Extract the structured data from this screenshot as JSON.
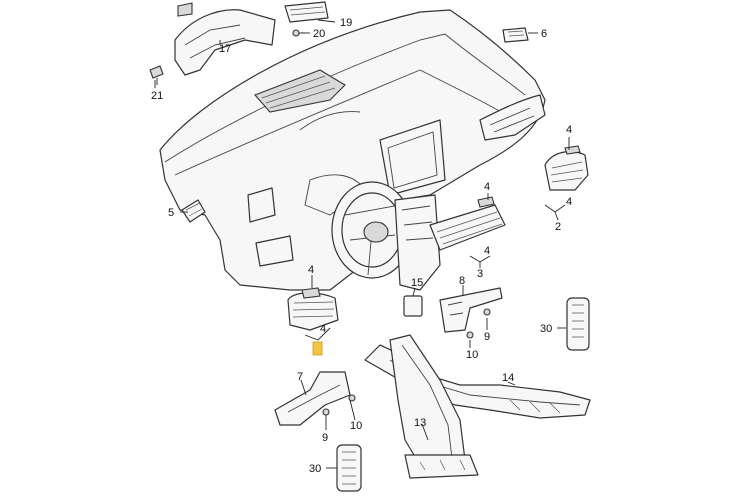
{
  "labels": {
    "l1": "20",
    "l2": "19",
    "l3": "17",
    "l4": "21",
    "l5": "6",
    "l6": "4",
    "l7": "5",
    "l8": "4",
    "l9": "4",
    "l10": "2",
    "l11": "4",
    "l12": "3",
    "l13": "4",
    "l14": "15",
    "l15": "8",
    "l16": "9",
    "l17": "10",
    "l18": "4",
    "l19": "30",
    "l20": "7",
    "l21": "10",
    "l22": "9",
    "l23": "14",
    "l24": "13",
    "l25": "30"
  },
  "colors": {
    "highlight": "#f5c542",
    "line": "#333333"
  }
}
